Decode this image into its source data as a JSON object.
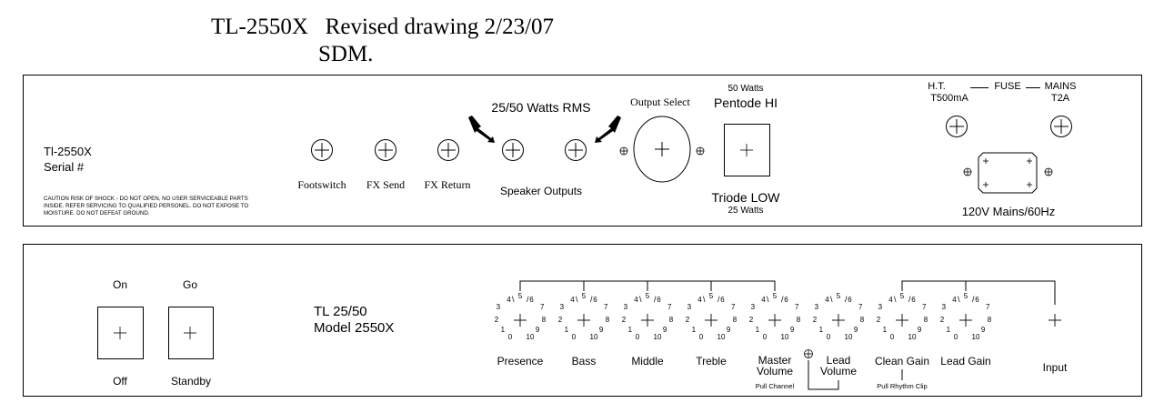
{
  "header": {
    "title_line1": "TL-2550X   Revised drawing 2/23/07",
    "title_line2": "SDM."
  },
  "rear_panel": {
    "model": "Tl-2550X",
    "serial": "Serial #",
    "caution": [
      "CAUTION RISK OF SHOCK - DO NOT OPEN, NO USER SERVICEABLE PARTS",
      "INSIDE.  REFER SERVICING TO QUALIFIED PERSONEL.  DO NOT EXPOSE TO",
      "MOISTURE.  DO NOT DEFEAT GROUND."
    ],
    "jacks": {
      "footswitch": "Footswitch",
      "fx_send": "FX Send",
      "fx_return": "FX Return"
    },
    "speaker": {
      "rating": "25/50 Watts RMS",
      "outputs": "Speaker Outputs"
    },
    "output_select": "Output Select",
    "pentode": {
      "watts": "50 Watts",
      "label": "Pentode HI"
    },
    "triode": {
      "label": "Triode LOW",
      "watts": "25 Watts"
    },
    "fuse": {
      "ht": "H.T.",
      "fuse": "FUSE",
      "mains": "MAINS",
      "ht_rating": "T500mA",
      "mains_rating": "T2A"
    },
    "mains_label": "120V Mains/60Hz"
  },
  "front_panel": {
    "power": {
      "on": "On",
      "off": "Off"
    },
    "standby": {
      "go": "Go",
      "standby": "Standby"
    },
    "model_line1": "TL 25/50",
    "model_line2": "Model 2550X",
    "dial_scale": [
      "0",
      "1",
      "2",
      "3",
      "4",
      "5",
      "6",
      "7",
      "8",
      "9",
      "10"
    ],
    "knobs": [
      {
        "label": "Presence"
      },
      {
        "label": "Bass"
      },
      {
        "label": "Middle"
      },
      {
        "label": "Treble"
      },
      {
        "label": "Master\nVolume",
        "line1": "Master",
        "line2": "Volume",
        "note": "Pull Channel"
      },
      {
        "label": "Lead\nVolume",
        "line1": "Lead",
        "line2": "Volume"
      },
      {
        "label": "Clean Gain",
        "note": "Pull Rhythm Clip"
      },
      {
        "label": "Lead Gain"
      }
    ],
    "input": "Input"
  }
}
